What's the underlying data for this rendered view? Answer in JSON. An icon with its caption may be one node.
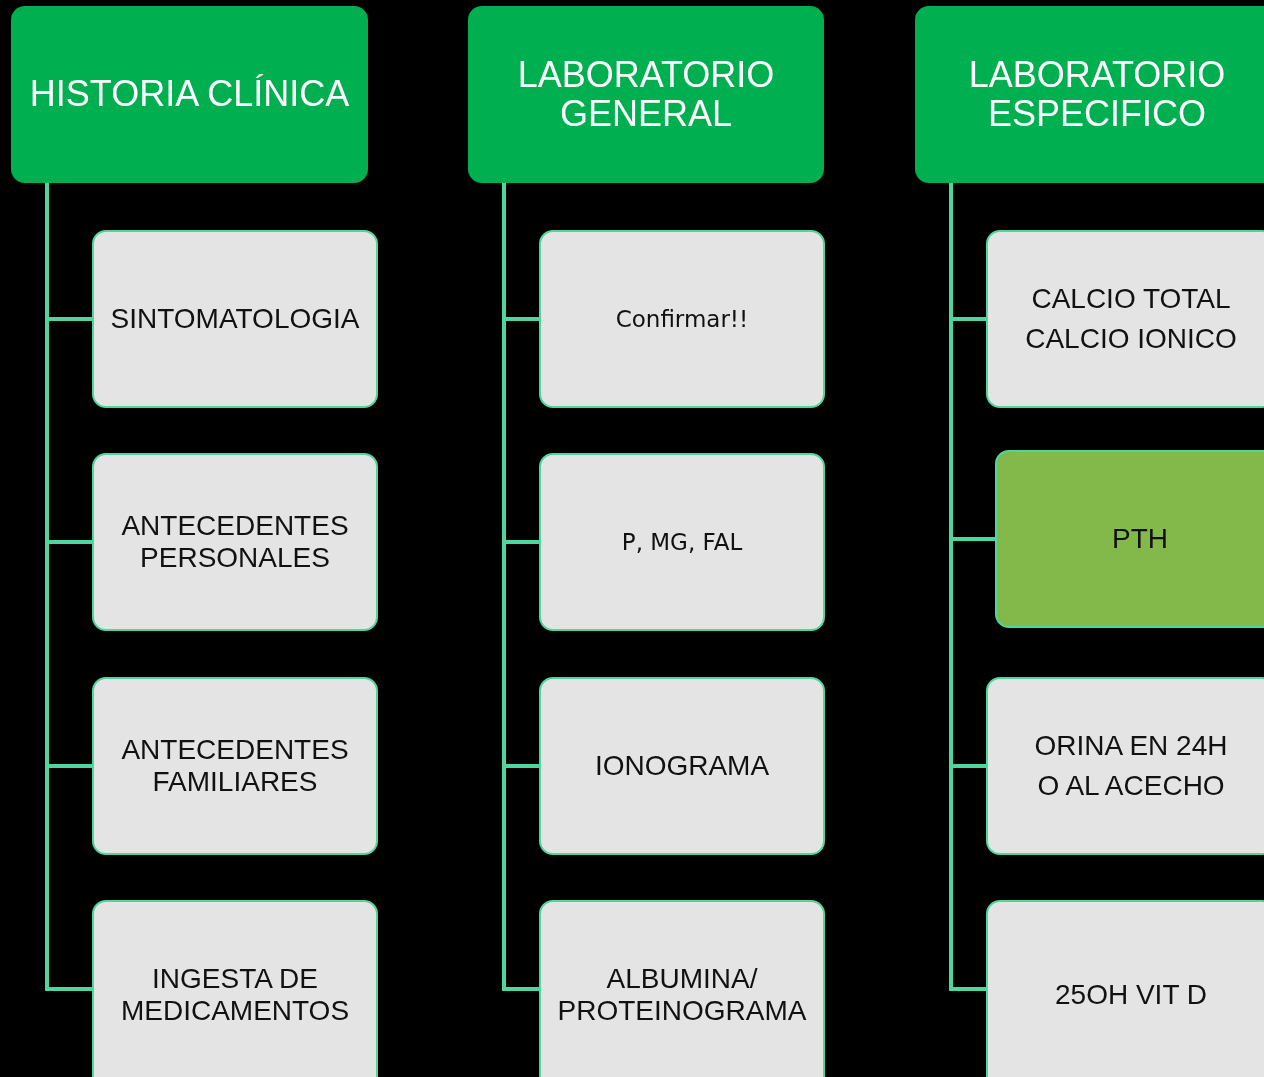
{
  "diagram": {
    "nodes": [
      {
        "text": [
          "HISTORIA CLÍNICA"
        ]
      },
      {
        "text": [
          "SINTOMATOLOGIA"
        ]
      },
      {
        "text": [
          "ANTECEDENTES PERSONALES"
        ]
      },
      {
        "text": [
          "ANTECEDENTES FAMILIARES"
        ]
      },
      {
        "text": [
          "INGESTA DE MEDICAMENTOS"
        ]
      },
      {
        "text": [
          "LABORATORIO GENERAL"
        ]
      },
      {
        "text": [
          "Confirmar!!"
        ]
      },
      {
        "text": [
          "P, MG, FAL"
        ]
      },
      {
        "text": [
          "IONOGRAMA"
        ]
      },
      {
        "text": [
          "ALBUMINA/ PROTEINOGRAMA"
        ]
      },
      {
        "text": [
          "LABORATORIO ESPECIFICO"
        ]
      },
      {
        "text": [
          "CALCIO TOTAL",
          "CALCIO IONICO"
        ]
      },
      {
        "text": [
          "PTH"
        ]
      },
      {
        "text": [
          "ORINA EN 24H",
          "O AL ACECHO"
        ]
      },
      {
        "text": [
          "25OH VIT D"
        ]
      }
    ],
    "edges": [
      {
        "from": 0,
        "to": 1,
        "arrow": "none"
      },
      {
        "from": 0,
        "to": 2,
        "arrow": "none"
      },
      {
        "from": 0,
        "to": 3,
        "arrow": "none"
      },
      {
        "from": 0,
        "to": 4,
        "arrow": "none"
      },
      {
        "from": 5,
        "to": 6,
        "arrow": "none"
      },
      {
        "from": 5,
        "to": 7,
        "arrow": "none"
      },
      {
        "from": 5,
        "to": 8,
        "arrow": "none"
      },
      {
        "from": 5,
        "to": 9,
        "arrow": "none"
      },
      {
        "from": 10,
        "to": 11,
        "arrow": "none"
      },
      {
        "from": 10,
        "to": 12,
        "arrow": "none"
      },
      {
        "from": 10,
        "to": 13,
        "arrow": "none"
      },
      {
        "from": 10,
        "to": 14,
        "arrow": "none"
      }
    ]
  }
}
